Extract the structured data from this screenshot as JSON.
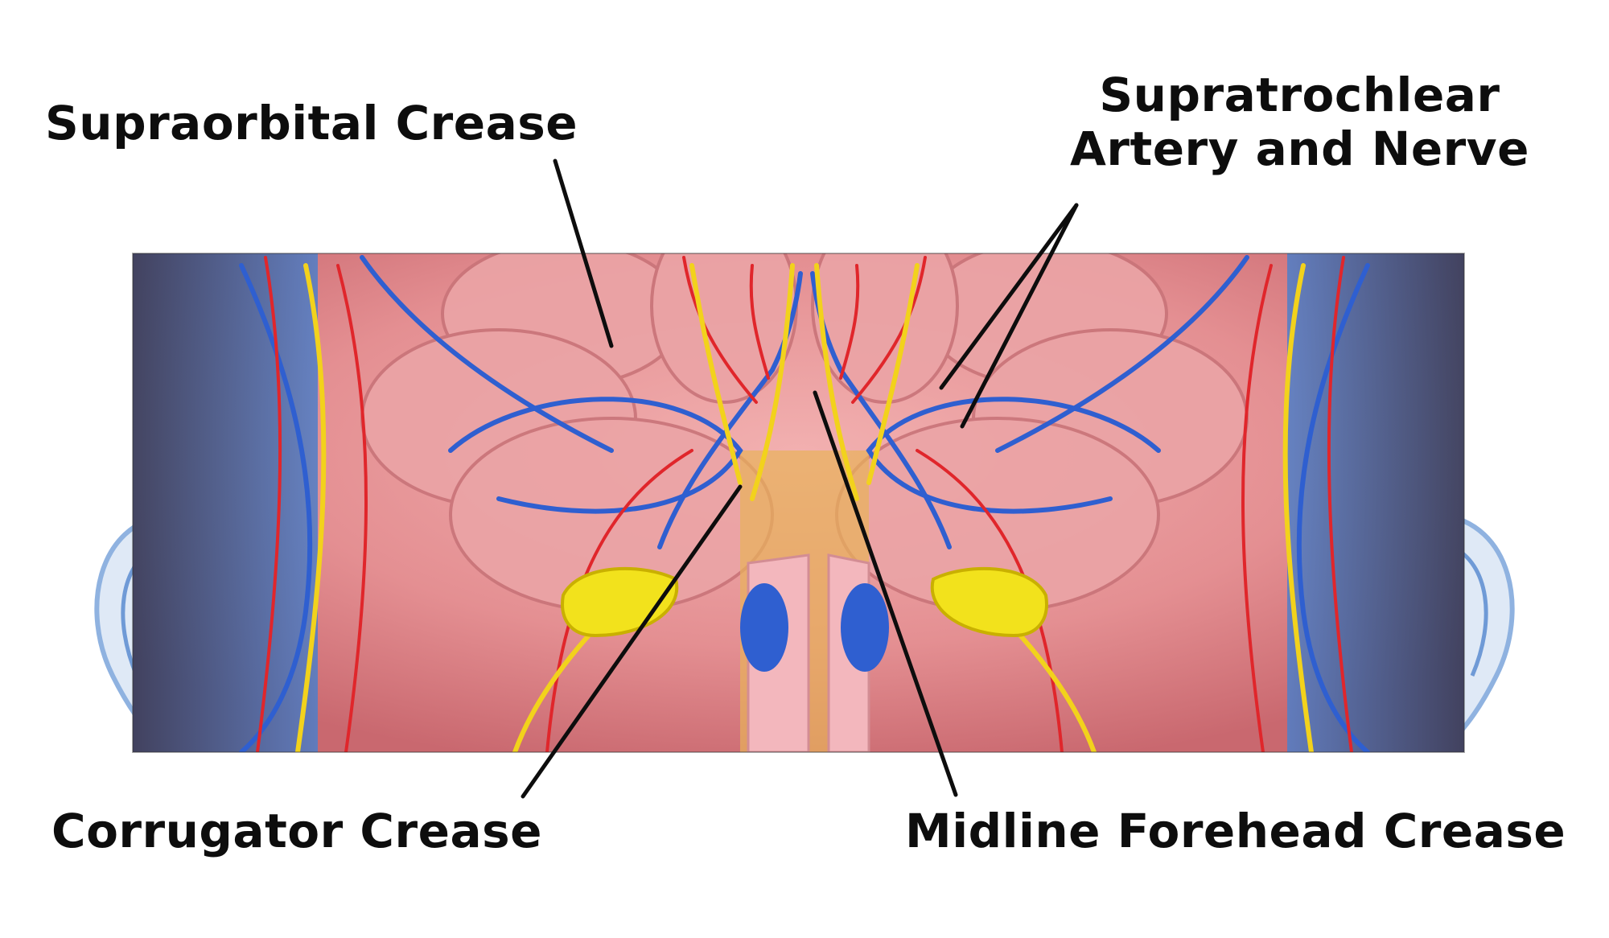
{
  "labels": {
    "supraorbital": "Supraorbital Crease",
    "supratrochlear_line1": "Supratrochlear",
    "supratrochlear_line2": "Artery and Nerve",
    "corrugator": "Corrugator Crease",
    "midline": "Midline Forehead Crease"
  },
  "colors": {
    "skin": "#e89a9c",
    "artery": "#e0262b",
    "vein": "#2f5fd0",
    "nerve": "#f2d21c",
    "leader_line": "#0d0d0d"
  }
}
